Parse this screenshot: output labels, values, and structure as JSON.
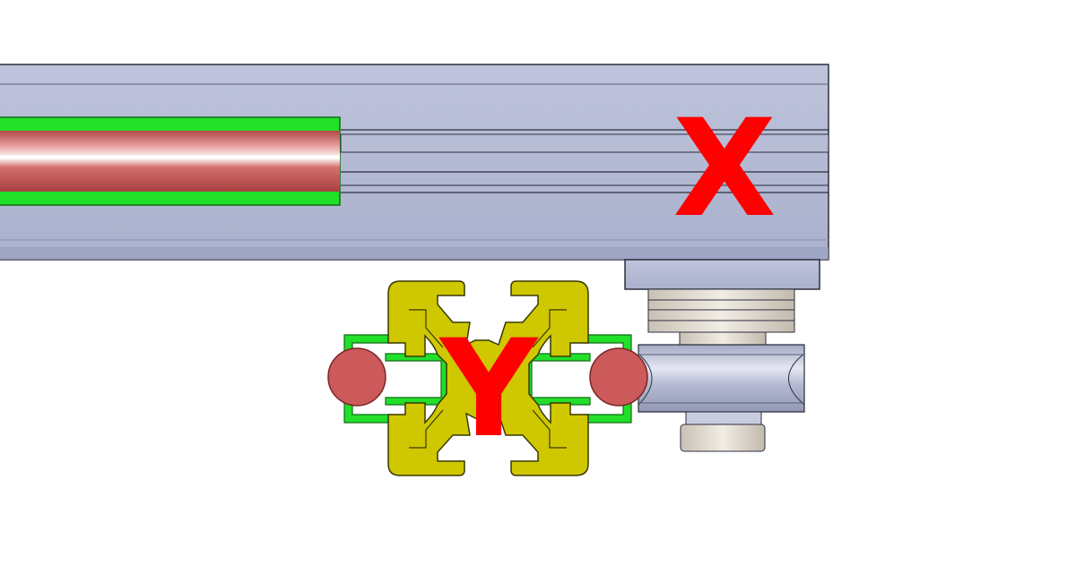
{
  "labels": {
    "x_axis": "X",
    "y_axis": "Y"
  },
  "colors": {
    "beam": "#b3b9d4",
    "beam_dark": "#9aa1c0",
    "groove_line": "#2b2f3d",
    "rail_green": "#22e02a",
    "rod_red": "#cc5a5a",
    "rod_highlight": "#f5c8c8",
    "profile_yellow": "#cfc800",
    "label_red": "#ff0000",
    "bearing_tan": "#ddd6cc",
    "wheel_gray": "#b9bed6"
  },
  "icons": [
    "x-beam",
    "linear-rod",
    "y-extrusion-profile",
    "v-wheel-bearing"
  ]
}
